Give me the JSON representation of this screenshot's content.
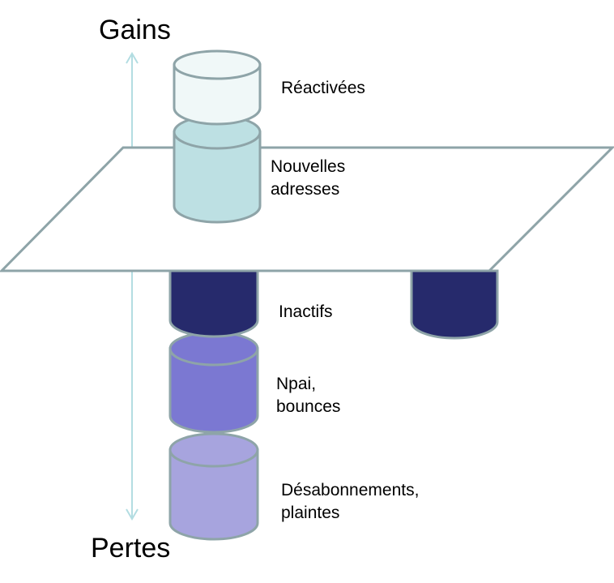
{
  "headings": {
    "top": "Gains",
    "bottom": "Pertes"
  },
  "labels": {
    "reactivees": "Réactivées",
    "nouvelles_1": "Nouvelles",
    "nouvelles_2": "adresses",
    "inactifs": "Inactifs",
    "npai_1": "Npai,",
    "npai_2": "bounces",
    "desabo_1": "Désabonnements,",
    "desabo_2": "plaintes"
  },
  "colors": {
    "reactivees": "#f0f8f8",
    "nouvelles": "#bde0e3",
    "inactifs": "#262a6c",
    "npai": "#7b78d2",
    "desabo": "#a7a4de",
    "outline": "#8ea4a8",
    "arrow": "#b3dde2",
    "plane": "#ffffff"
  }
}
